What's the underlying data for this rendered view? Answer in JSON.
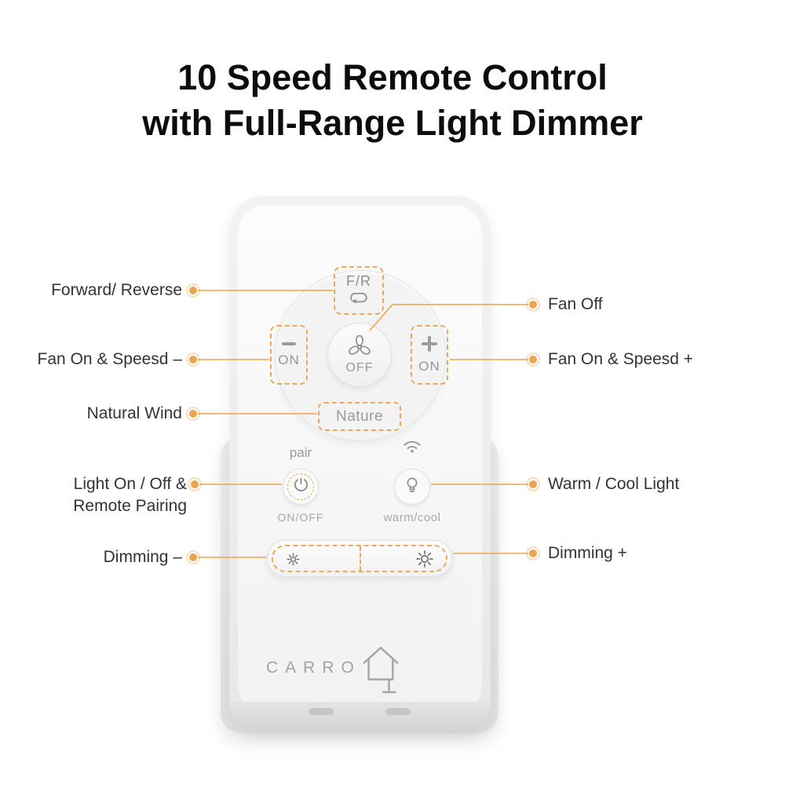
{
  "title": {
    "line1": "10 Speed Remote Control",
    "line2": "with Full-Range Light Dimmer"
  },
  "callouts": {
    "left": [
      {
        "label": "Forward/ Reverse"
      },
      {
        "label": "Fan On & Speesd –"
      },
      {
        "label": "Natural Wind"
      },
      {
        "label": "Light On / Off &",
        "label2": "Remote Pairing"
      },
      {
        "label": "Dimming –"
      }
    ],
    "right": [
      {
        "label": "Fan Off"
      },
      {
        "label": "Fan On & Speesd +"
      },
      {
        "label": "Warm / Cool Light"
      },
      {
        "label": "Dimming +"
      }
    ]
  },
  "remote": {
    "fr_button": "F/R",
    "off_button": "OFF",
    "on_left": "ON",
    "on_right": "ON",
    "nature_button": "Nature",
    "pair_label": "pair",
    "onoff_label": "ON/OFF",
    "warmcool_label": "warm/cool",
    "brand": "CARRO"
  },
  "icons": [
    "loop-arrow-icon",
    "fan-icon",
    "minus-icon",
    "plus-icon",
    "wifi-icon",
    "power-icon",
    "bulb-icon",
    "sun-small-icon",
    "sun-large-icon",
    "house-icon"
  ],
  "colors": {
    "accent": "#EBA44F",
    "dashed_outline": "#ECA95B",
    "callout_text": "#333333",
    "button_text": "#9A9A9A",
    "title_text": "#0D0D0D",
    "remote_body": "#F2F2F2"
  }
}
